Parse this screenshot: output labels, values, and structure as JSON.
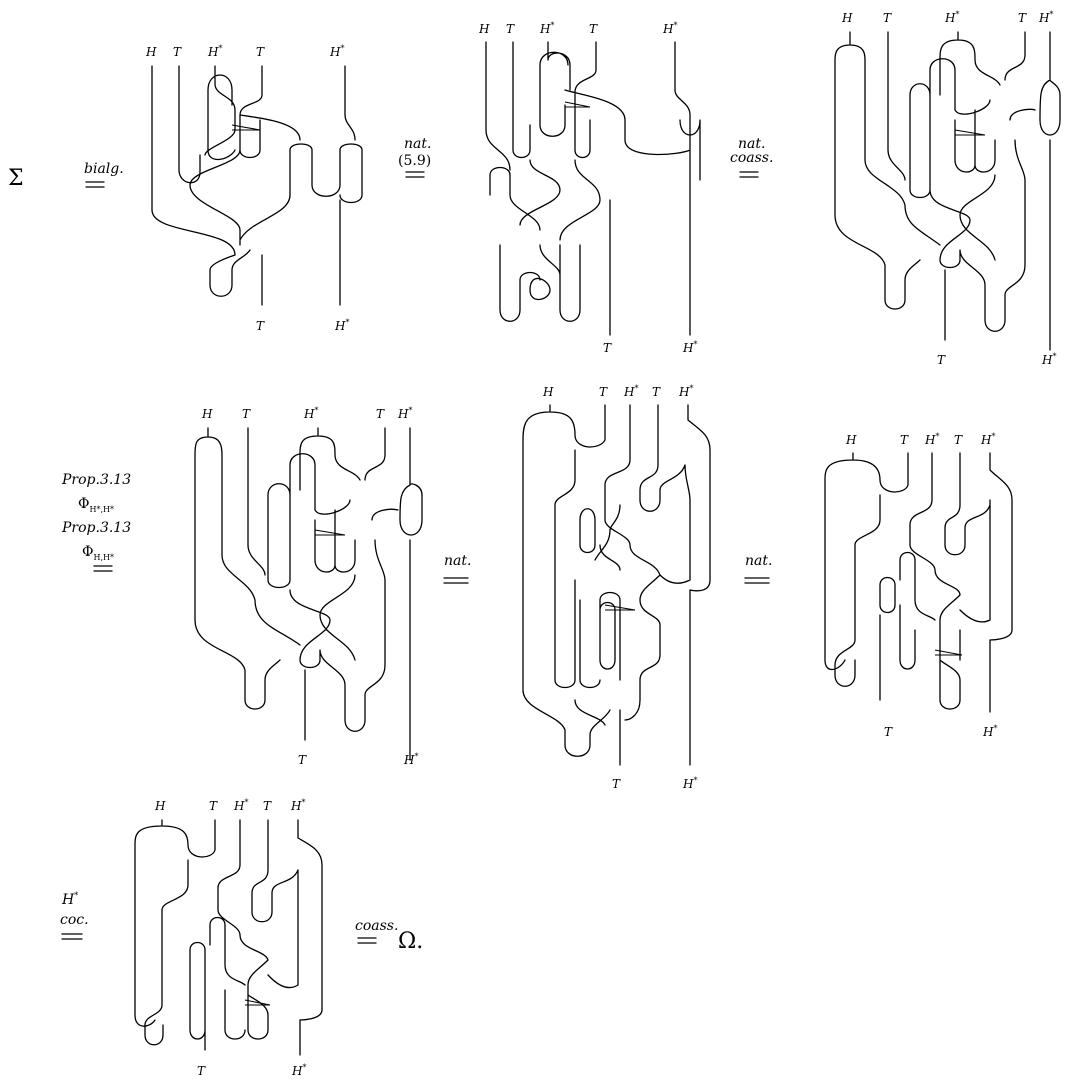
{
  "prefix_symbol": "Σ",
  "suffix_symbol": "Ω.",
  "wire_labels": {
    "H": "H",
    "T": "T",
    "Hstar_base": "H",
    "star": "*"
  },
  "equalities": [
    {
      "id": "eq1",
      "lines": [
        "bialg."
      ]
    },
    {
      "id": "eq2",
      "lines": [
        "nat.",
        "(5.9)"
      ]
    },
    {
      "id": "eq3",
      "lines": [
        "nat.",
        "coass."
      ]
    },
    {
      "id": "eq4",
      "lines": [
        "Prop.3.13",
        "Φ_{H*,H*}",
        "Prop.3.13",
        "Φ_{H,H*}"
      ]
    },
    {
      "id": "eq5",
      "lines": [
        "nat."
      ]
    },
    {
      "id": "eq6",
      "lines": [
        "nat."
      ]
    },
    {
      "id": "eq7",
      "lines": [
        "H*",
        "coc."
      ]
    },
    {
      "id": "eq8",
      "lines": [
        "coass."
      ]
    }
  ],
  "phi_subscripts": {
    "first": "H*,H*",
    "second": "H,H*"
  },
  "diagrams": [
    {
      "id": "d1",
      "inputs": [
        "H",
        "T",
        "H*",
        "T",
        "H*"
      ],
      "outputs": [
        "T",
        "H*"
      ]
    },
    {
      "id": "d2",
      "inputs": [
        "H",
        "T",
        "H*",
        "T",
        "H*"
      ],
      "outputs": [
        "T",
        "H*"
      ]
    },
    {
      "id": "d3",
      "inputs": [
        "H",
        "T",
        "H*",
        "T",
        "H*"
      ],
      "outputs": [
        "T",
        "H*"
      ]
    },
    {
      "id": "d4",
      "inputs": [
        "H",
        "T",
        "H*",
        "T",
        "H*"
      ],
      "outputs": [
        "T",
        "H*"
      ]
    },
    {
      "id": "d5",
      "inputs": [
        "H",
        "T",
        "H*",
        "T",
        "H*"
      ],
      "outputs": [
        "T",
        "H*"
      ]
    },
    {
      "id": "d6",
      "inputs": [
        "H",
        "T",
        "H*",
        "T",
        "H*"
      ],
      "outputs": [
        "T",
        "H*"
      ]
    },
    {
      "id": "d7",
      "inputs": [
        "H",
        "T",
        "H*",
        "T",
        "H*"
      ],
      "outputs": [
        "T",
        "H*"
      ]
    }
  ]
}
